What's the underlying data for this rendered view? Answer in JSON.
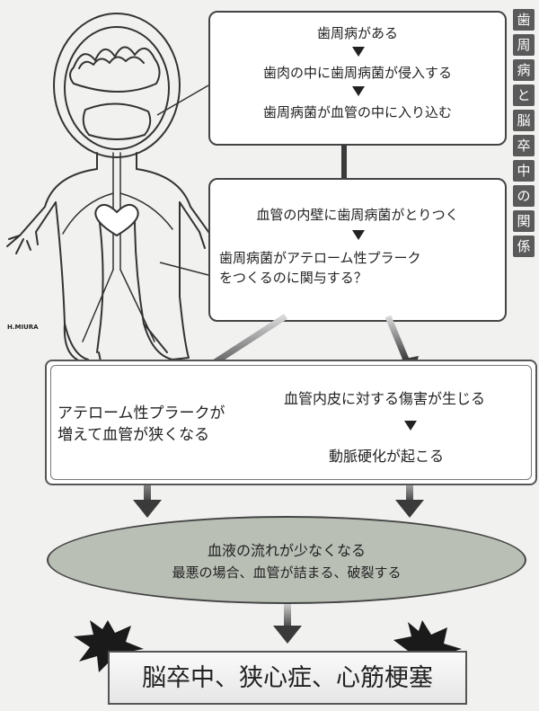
{
  "title_vertical": [
    "歯",
    "周",
    "病",
    "と",
    "脳",
    "卒",
    "中",
    "の",
    "関",
    "係"
  ],
  "box1": {
    "line1": "歯周病がある",
    "line2": "歯肉の中に歯周病菌が侵入する",
    "line3": "歯周病菌が血管の中に入り込む"
  },
  "box2": {
    "line1": "血管の内壁に歯周病菌がとりつく",
    "line2": "歯周病菌がアテローム性プラーク",
    "line3": "をつくるのに関与する？"
  },
  "box3": {
    "left_line1": "アテローム性プラークが",
    "left_line2": "増えて血管が狭くなる",
    "right_line1": "血管内皮に対する傷害が生じる",
    "right_line2": "動脈硬化が起こる"
  },
  "ellipse": {
    "line1": "血液の流れが少なくなる",
    "line2": "最悪の場合、血管が詰まる、破裂する"
  },
  "final": "脳卒中、狭心症、心筋梗塞",
  "signature": "H.MIURA",
  "colors": {
    "ellipse_fill": "#b9bfb5",
    "arrow": "#3a3a3a",
    "title_bg": "#5a5a5a"
  }
}
